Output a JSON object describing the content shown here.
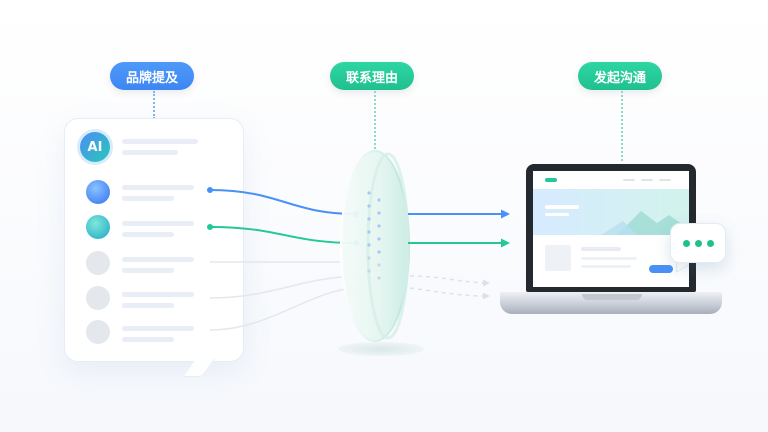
{
  "stages": [
    {
      "label": "品牌提及",
      "color": "#4a91f7"
    },
    {
      "label": "联系理由",
      "color": "#22c997"
    },
    {
      "label": "发起沟通",
      "color": "#22c997"
    }
  ],
  "card": {
    "badge_text": "AI",
    "items": [
      {
        "type": "blue"
      },
      {
        "type": "teal"
      },
      {
        "type": "grey"
      },
      {
        "type": "grey"
      },
      {
        "type": "grey"
      }
    ]
  },
  "icons": {
    "badge": "ai-badge-icon",
    "lens": "filter-lens-icon",
    "laptop": "laptop-icon",
    "chat": "chat-bubble-icon"
  },
  "colors": {
    "blue": "#4a91f7",
    "green": "#22c997",
    "grey": "#d7dbe2"
  }
}
